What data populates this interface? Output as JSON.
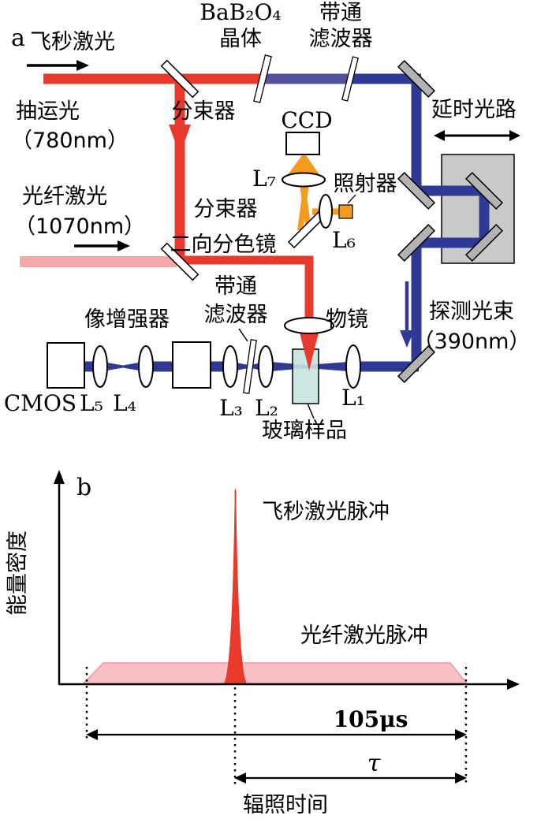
{
  "figure": {
    "panel_a_tag": "a",
    "panel_b_tag": "b"
  },
  "colors": {
    "pump_red": "#e73a2c",
    "fiber_pink": "#f4a9a8",
    "uv_purple": "#55519e",
    "probe_blue": "#2e3a94",
    "illumination_orange": "#f59b20",
    "mirror_gray": "#b3b3b3",
    "delay_stage_gray": "#c9c9c9",
    "sample_teal": "#c7e3e0",
    "fiber_pulse_pink": "#f9c0c3"
  },
  "panel_a": {
    "labels": {
      "fs_laser": "飞秒激光",
      "pump_line1": "抽运光",
      "pump_line2": "（780nm）",
      "fiber_line1": "光纤激光",
      "fiber_line2": "（1070nm）",
      "bbo_line1": "BaB₂O₄",
      "bbo_line2": "晶体",
      "bpf_top_line1": "带通",
      "bpf_top_line2": "滤波器",
      "beamsplitter1": "分束器",
      "ccd": "CCD",
      "l7": "L₇",
      "illuminator": "照射器",
      "beamsplitter2": "分束器",
      "l6": "L₆",
      "dichroic": "二向分色镜",
      "delay_line": "延时光路",
      "probe_line1": "探测光束",
      "probe_line2": "（390nm）",
      "bpf_bottom_line1": "带通",
      "bpf_bottom_line2": "滤波器",
      "objective": "物镜",
      "image_intensifier": "像增强器",
      "cmos": "CMOS",
      "l5": "L₅",
      "l4": "L₄",
      "l3": "L₃",
      "l2": "L₂",
      "l1": "L₁",
      "glass_sample": "玻璃样品"
    }
  },
  "panel_b": {
    "ylabel": "能量密度",
    "xlabel": "辐照时间",
    "fs_pulse_label": "飞秒激光脉冲",
    "fiber_pulse_label": "光纤激光脉冲",
    "duration_label": "105μs",
    "delay_label": "τ"
  }
}
